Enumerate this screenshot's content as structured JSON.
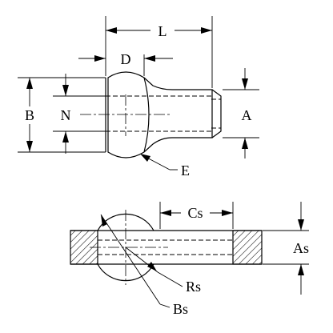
{
  "labels": {
    "L": "L",
    "D": "D",
    "B": "B",
    "N": "N",
    "A": "A",
    "E": "E",
    "Cs": "Cs",
    "As": "As",
    "Rs": "Rs",
    "Bs": "Bs"
  },
  "colors": {
    "line": "#000000",
    "background": "#ffffff"
  }
}
